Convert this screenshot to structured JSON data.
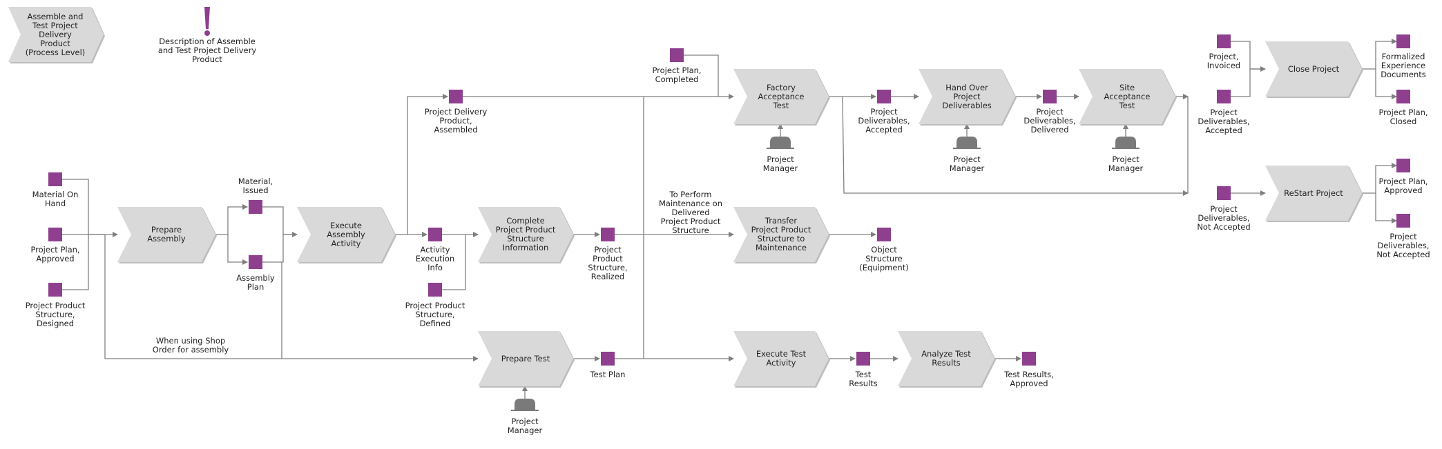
{
  "colors": {
    "activity_fill": "#d9d9da",
    "activity_shadow": "#bdbdbf",
    "event_fill": "#8e3f8e",
    "role_fill": "#7a7a7a",
    "line": "#7f7f7f",
    "exclaim": "#8e3f8e"
  },
  "header": {
    "process_title": "Assemble and\nTest Project\nDelivery\nProduct\n(Process Level)",
    "description": "Description of Assemble\nand Test Project Delivery\nProduct",
    "description_icon": "exclamation-icon"
  },
  "activities": {
    "prepare_assembly": "Prepare\nAssembly",
    "execute_assembly": "Execute\nAssembly\nActivity",
    "complete_structure": "Complete\nProject Product\nStructure\nInformation",
    "prepare_test": "Prepare Test",
    "factory_acceptance": "Factory\nAcceptance\nTest",
    "transfer_structure": "Transfer\nProject Product\nStructure to\nMaintenance",
    "execute_test": "Execute Test\nActivity",
    "analyze_test": "Analyze Test\nResults",
    "hand_over": "Hand Over\nProject\nDeliverables",
    "site_acceptance": "Site\nAcceptance\nTest",
    "close_project": "Close Project",
    "restart_project": "ReStart Project"
  },
  "objects": {
    "material_on_hand": "Material On\nHand",
    "plan_approved": "Project Plan,\nApproved",
    "structure_designed": "Project Product\nStructure,\nDesigned",
    "material_issued": "Material,\nIssued",
    "assembly_plan": "Assembly\nPlan",
    "delivery_assembled": "Project Delivery\nProduct,\nAssembled",
    "activity_info": "Activity\nExecution\nInfo",
    "structure_defined": "Project Product\nStructure,\nDefined",
    "structure_realized": "Project\nProduct\nStructure,\nRealized",
    "test_plan": "Test Plan",
    "plan_completed": "Project Plan,\nCompleted",
    "object_structure": "Object\nStructure\n(Equipment)",
    "test_results": "Test\nResults",
    "test_results_approved": "Test Results,\nApproved",
    "deliverables_accepted_1": "Project\nDeliverables,\nAccepted",
    "deliverables_delivered": "Project\nDeliverables,\nDelivered",
    "project_invoiced": "Project,\nInvoiced",
    "deliverables_accepted_2": "Project\nDeliverables,\nAccepted",
    "deliverables_not_accepted_in": "Project\nDeliverables,\nNot Accepted",
    "formalized_docs": "Formalized\nExperience\nDocuments",
    "plan_closed": "Project Plan,\nClosed",
    "plan_approved_out": "Project Plan,\nApproved",
    "deliverables_not_accepted_out": "Project\nDeliverables,\nNot Accepted"
  },
  "roles": {
    "pm_prepare_test": "Project\nManager",
    "pm_factory": "Project\nManager",
    "pm_hand_over": "Project\nManager",
    "pm_site": "Project\nManager"
  },
  "notes": {
    "shop_order": "When using Shop\nOrder for assembly",
    "maintenance": "To Perform\nMaintenance on\nDelivered\nProject Product\nStructure"
  }
}
